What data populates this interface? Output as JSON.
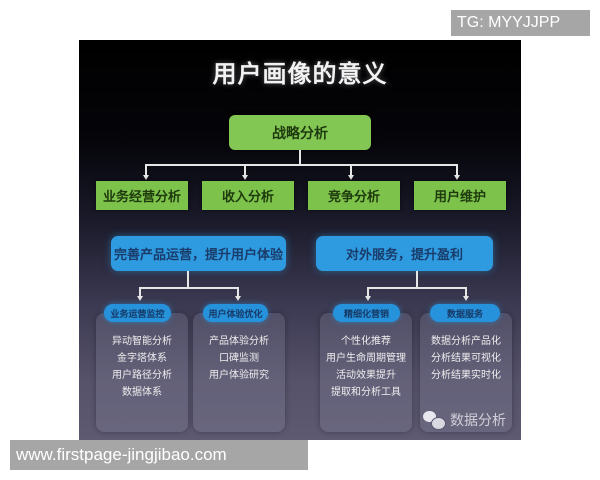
{
  "diagram": {
    "title": "用户画像的意义",
    "root": "战略分析",
    "level2": [
      "业务经营分析",
      "收入分析",
      "竞争分析",
      "用户维护"
    ],
    "goals": [
      "完善产品运营，提升用户体验",
      "对外服务，提升盈利"
    ],
    "cards": [
      {
        "label": "业务运营监控",
        "items": [
          "异动智能分析",
          "金字塔体系",
          "用户路径分析",
          "数据体系"
        ]
      },
      {
        "label": "用户体验优化",
        "items": [
          "产品体验分析",
          "口碑监测",
          "用户体验研究"
        ]
      },
      {
        "label": "精细化营销",
        "items": [
          "个性化推荐",
          "用户生命周期管理",
          "活动效果提升",
          "提取和分析工具"
        ]
      },
      {
        "label": "数据服务",
        "items": [
          "数据分析产品化",
          "分析结果可视化",
          "分析结果实时化"
        ]
      }
    ],
    "watermark": {
      "icon": "wechat-icon",
      "text": "数据分析"
    }
  },
  "overlays": {
    "tg_label": "TG: MYYJJPP",
    "url_label": "www.firstpage-jingjibao.com"
  },
  "colors": {
    "green": "#7dc24a",
    "blue": "#2e9be0",
    "background_top": "#000000",
    "background_bottom": "#5d5a72"
  }
}
